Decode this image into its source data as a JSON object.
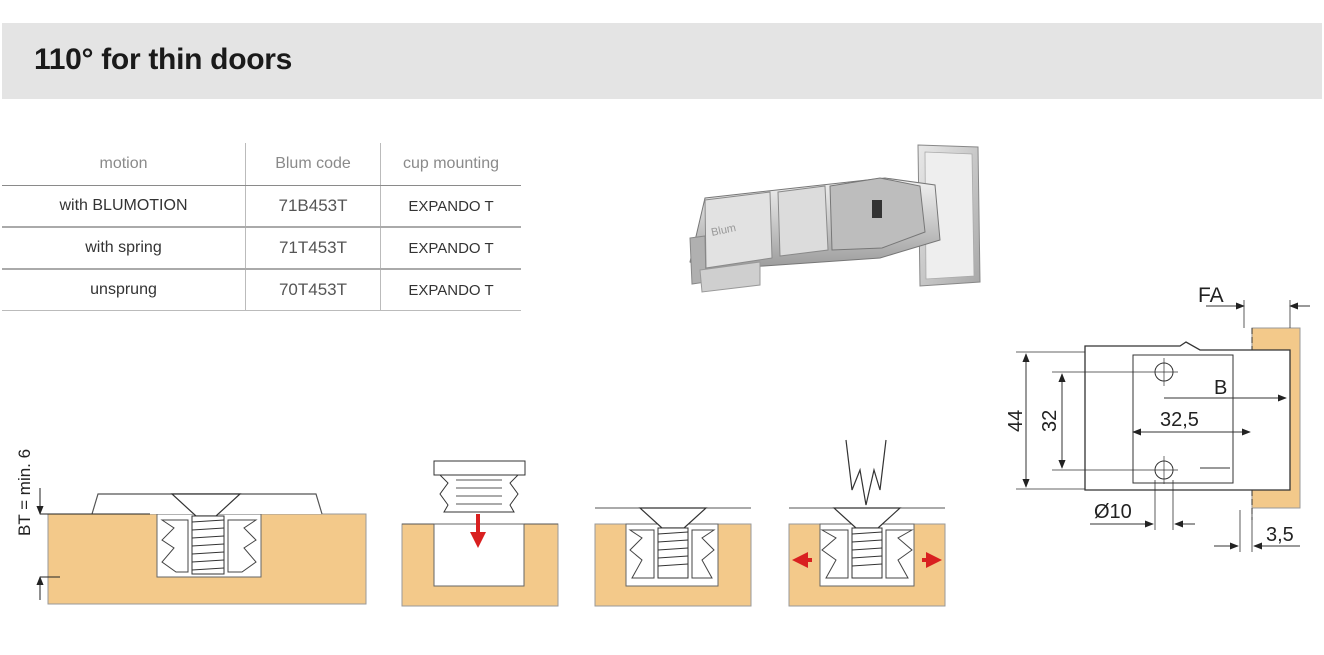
{
  "header": {
    "title": "110° for thin doors"
  },
  "table": {
    "columns": [
      "motion",
      "Blum code",
      "cup mounting"
    ],
    "rows": [
      {
        "motion": "with BLUMOTION",
        "code": "71B453T",
        "mounting": "EXPANDO T"
      },
      {
        "motion": "with spring",
        "code": "71T453T",
        "mounting": "EXPANDO T"
      },
      {
        "motion": "unsprung",
        "code": "70T453T",
        "mounting": "EXPANDO T"
      }
    ]
  },
  "product_logo": "Blum",
  "drawing": {
    "door_thickness_label": "BT = min. 6",
    "dims": {
      "fa": "FA",
      "b": "B",
      "d325": "32,5",
      "d44": "44",
      "d32": "32",
      "d10": "Ø10",
      "d35": "3,5"
    }
  },
  "colors": {
    "header_bg": "#e4e4e4",
    "wood": "#f3c98a",
    "arrow": "#d92020",
    "metal": "#c4c4c4"
  }
}
